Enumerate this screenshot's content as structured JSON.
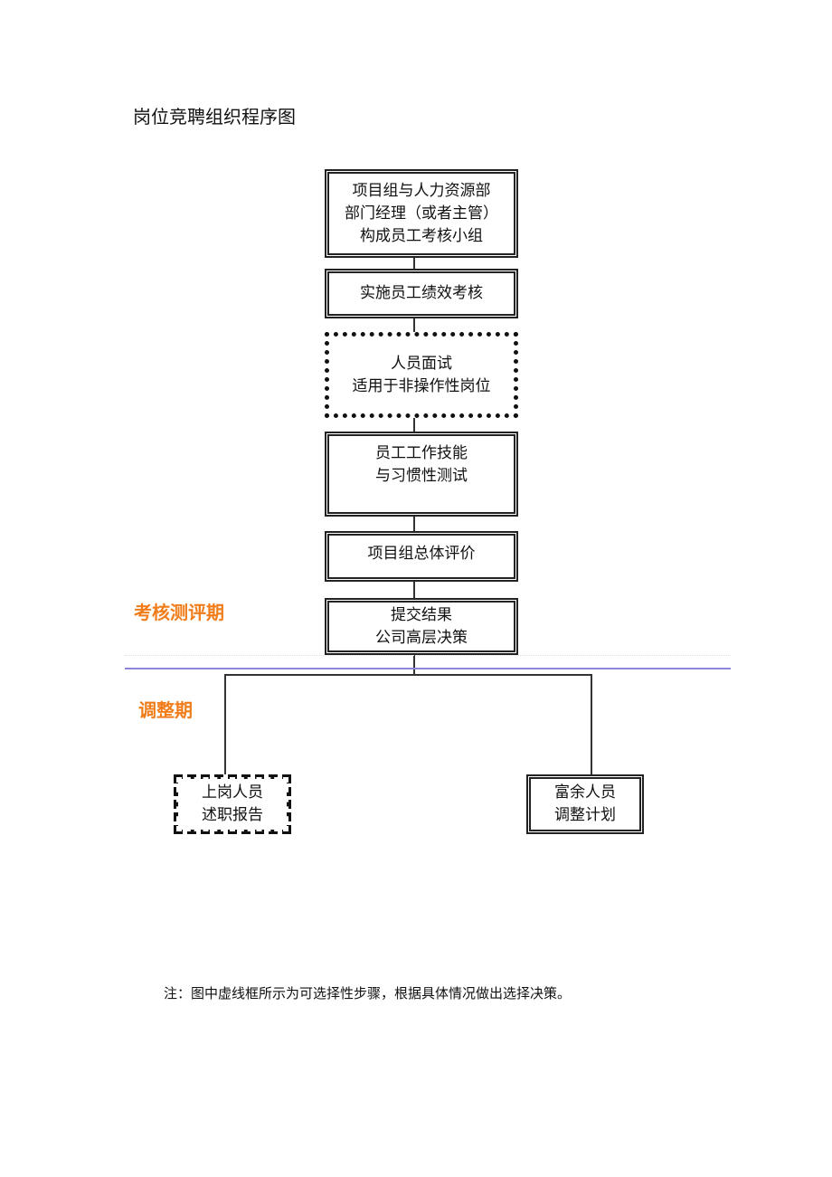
{
  "title": "岗位竞聘组织程序图",
  "phases": {
    "assessment": "考核测评期",
    "adjustment": "调整期"
  },
  "steps": [
    {
      "lines": [
        "项目组与人力资源部",
        "部门经理（或者主管）",
        "构成员工考核小组"
      ],
      "style": "solid"
    },
    {
      "lines": [
        "实施员工绩效考核"
      ],
      "style": "solid"
    },
    {
      "lines": [
        "人员面试",
        "适用于非操作性岗位"
      ],
      "style": "dotted-optional"
    },
    {
      "lines": [
        "员工工作技能",
        "与习惯性测试"
      ],
      "style": "solid"
    },
    {
      "lines": [
        "项目组总体评价"
      ],
      "style": "solid"
    },
    {
      "lines": [
        "提交结果",
        "公司高层决策"
      ],
      "style": "solid"
    }
  ],
  "branches": {
    "left": {
      "lines": [
        "上岗人员",
        "述职报告"
      ],
      "style": "dashed-optional"
    },
    "right": {
      "lines": [
        "富余人员",
        "调整计划"
      ],
      "style": "solid"
    }
  },
  "note": "注：图中虚线框所示为可选择性步骤，根据具体情况做出选择决策。",
  "colors": {
    "phase_label": "#f07d1a",
    "divider": "#8b86d8",
    "box_border": "#222222"
  }
}
